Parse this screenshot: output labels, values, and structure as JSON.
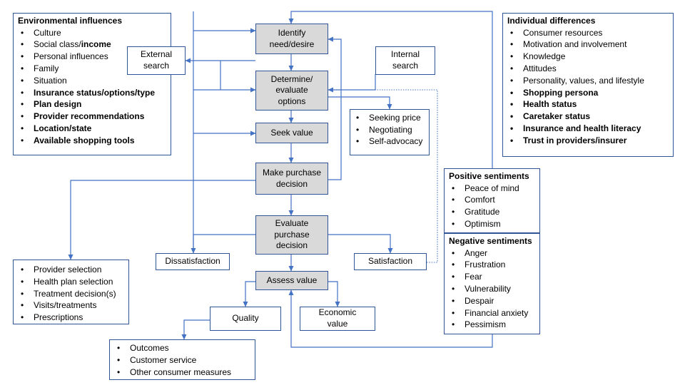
{
  "process": {
    "identify": "Identify\nneed/desire",
    "determine": "Determine/\nevaluate\noptions",
    "seek": "Seek value",
    "purchase": "Make purchase\ndecision",
    "evaluate": "Evaluate\npurchase\ndecision",
    "assess": "Assess value"
  },
  "search": {
    "external": "External\nsearch",
    "internal": "Internal\nsearch"
  },
  "outcomes": {
    "dissatisfaction": "Dissatisfaction",
    "satisfaction": "Satisfaction",
    "quality": "Quality",
    "economic": "Economic\nvalue"
  },
  "environmental": {
    "title": "Environmental influences",
    "items": [
      {
        "pre": "Culture",
        "bold": ""
      },
      {
        "pre": "Social class/",
        "bold": "income"
      },
      {
        "pre": "Personal influences",
        "bold": ""
      },
      {
        "pre": "Family",
        "bold": ""
      },
      {
        "pre": "Situation",
        "bold": ""
      },
      {
        "pre": "",
        "bold": "Insurance status/options/type"
      },
      {
        "pre": "",
        "bold": "Plan design"
      },
      {
        "pre": "",
        "bold": "Provider recommendations"
      },
      {
        "pre": "",
        "bold": "Location/state"
      },
      {
        "pre": "",
        "bold": "Available shopping tools"
      }
    ]
  },
  "individual": {
    "title": "Individual differences",
    "items": [
      "Consumer resources",
      "Motivation and involvement",
      "Knowledge",
      "Attitudes",
      "Personality, values, and lifestyle"
    ],
    "bold_items": [
      "Shopping persona",
      "Health status",
      "Caretaker status",
      "Insurance and health literacy",
      "Trust in providers/insurer"
    ]
  },
  "seek_actions": [
    "Seeking price",
    "Negotiating",
    "Self-advocacy"
  ],
  "positive": {
    "title": "Positive sentiments",
    "items": [
      "Peace of mind",
      "Comfort",
      "Gratitude",
      "Optimism"
    ]
  },
  "negative": {
    "title": "Negative sentiments",
    "items": [
      "Anger",
      "Frustration",
      "Fear",
      "Vulnerability",
      "Despair",
      "Financial anxiety",
      "Pessimism"
    ]
  },
  "decisions": [
    "Provider selection",
    "Health plan selection",
    "Treatment decision(s)",
    "Visits/treatments",
    "Prescriptions"
  ],
  "quality_measures": [
    "Outcomes",
    "Customer service",
    "Other consumer measures"
  ],
  "colors": {
    "line": "#4472c4",
    "border": "#2f5597",
    "process_fill": "#d9d9d9"
  }
}
